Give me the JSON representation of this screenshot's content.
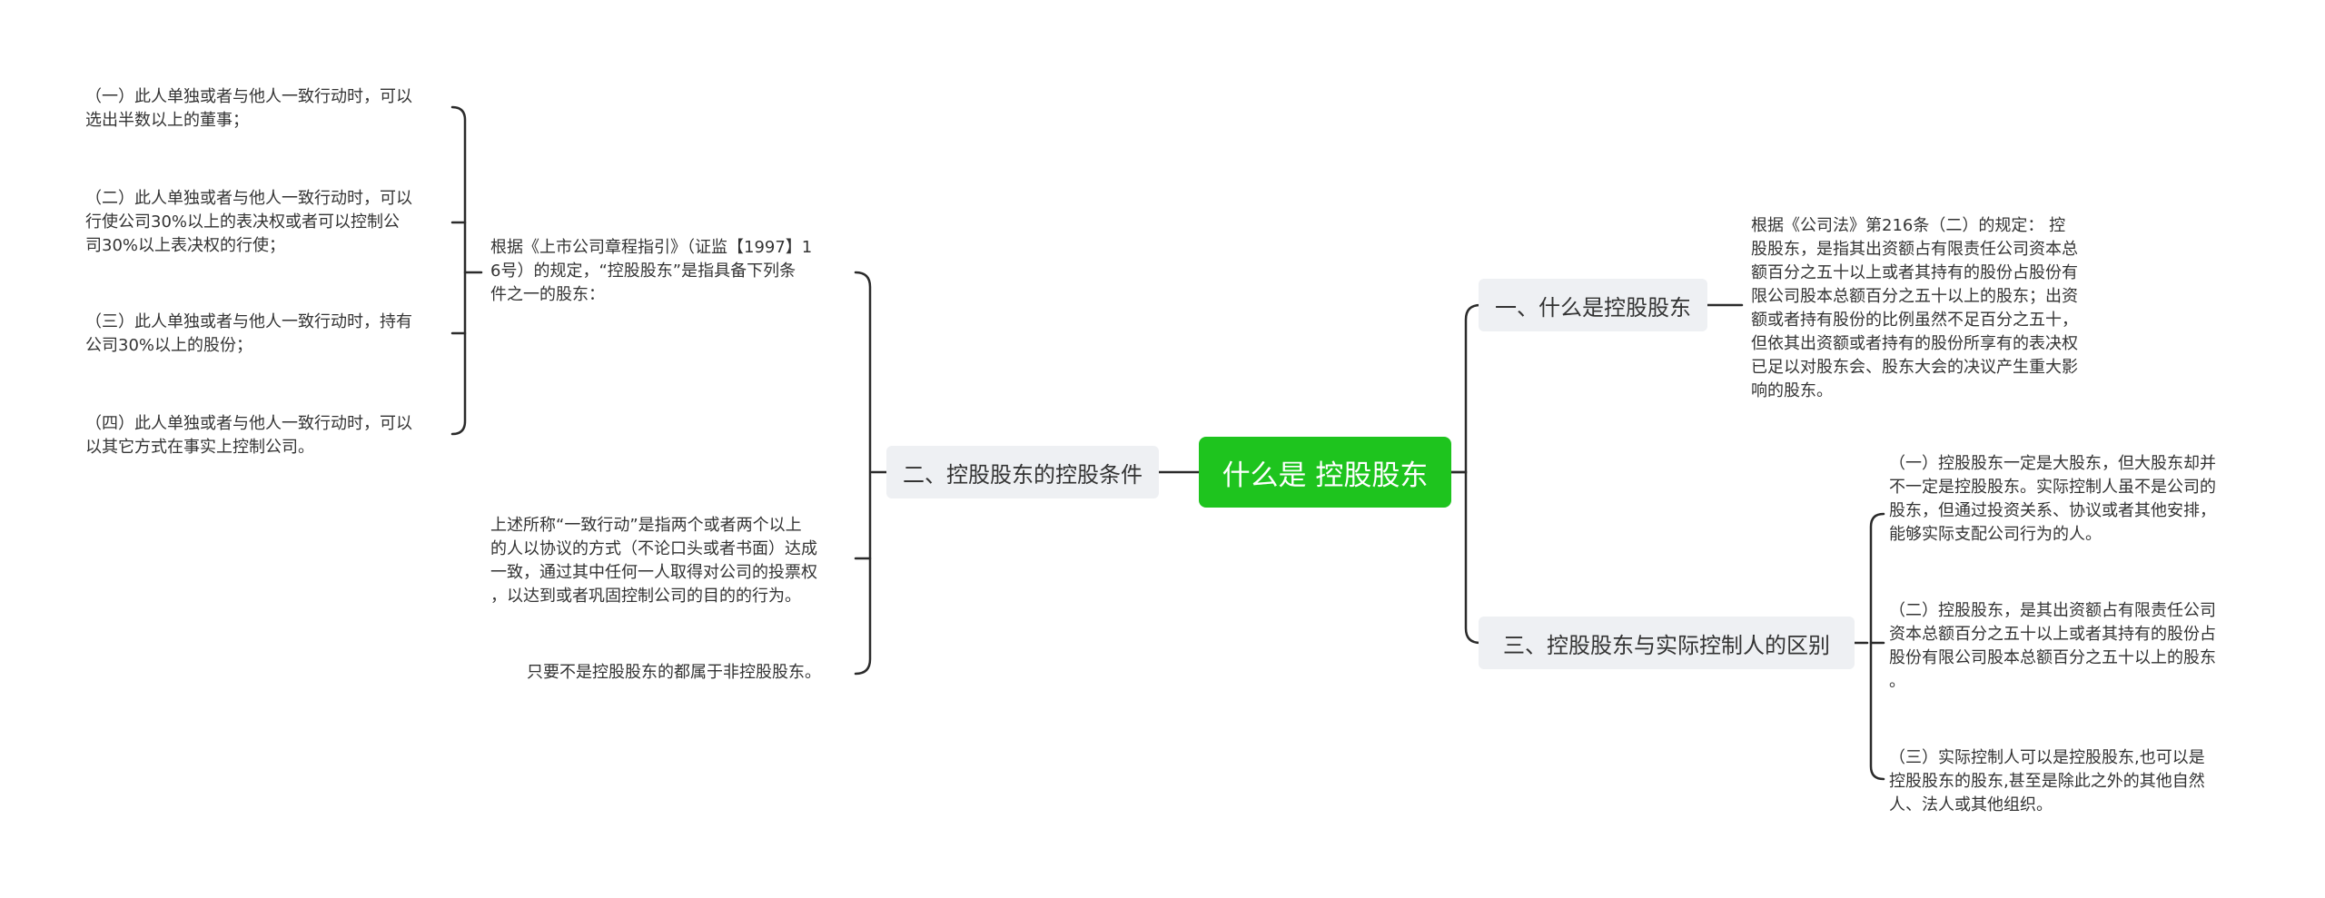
{
  "root": {
    "label": "什么是 控股股东"
  },
  "branches": {
    "b1": {
      "label": "一、什么是控股股东"
    },
    "b2": {
      "label": "二、控股股东的控股条件"
    },
    "b3": {
      "label": "三、控股股东与实际控制人的区别"
    }
  },
  "leaves": {
    "b1_text": "根据《公司法》第216条（二）的规定： 控\n股股东，是指其出资额占有限责任公司资本总\n额百分之五十以上或者其持有的股份占股份有\n限公司股本总额百分之五十以上的股东；出资\n额或者持有股份的比例虽然不足百分之五十，\n但依其出资额或者持有的股份所享有的表决权\n已足以对股东会、股东大会的决议产生重大影\n响的股东。",
    "b2_intro": "根据《上市公司章程指引》（证监【1997】1\n6号）的规定，“控股股东”是指具备下列条\n件之一的股东：",
    "b2_cond1": "（一）此人单独或者与他人一致行动时，可以\n选出半数以上的董事；",
    "b2_cond2": "（二）此人单独或者与他人一致行动时，可以\n行使公司30%以上的表决权或者可以控制公\n司30%以上表决权的行使；",
    "b2_cond3": "（三）此人单独或者与他人一致行动时，持有\n公司30%以上的股份；",
    "b2_cond4": "（四）此人单独或者与他人一致行动时，可以\n以其它方式在事实上控制公司。",
    "b2_action": "上述所称“一致行动”是指两个或者两个以上\n的人以协议的方式（不论口头或者书面）达成\n一致，通过其中任何一人取得对公司的投票权\n，以达到或者巩固控制公司的目的的行为。",
    "b2_other": "只要不是控股股东的都属于非控股股东。",
    "b3_diff1": "（一）控股股东一定是大股东，但大股东却并\n不一定是控股股东。实际控制人虽不是公司的\n股东，但通过投资关系、协议或者其他安排，\n能够实际支配公司行为的人。",
    "b3_diff2": "（二）控股股东，是其出资额占有限责任公司\n资本总额百分之五十以上或者其持有的股份占\n股份有限公司股本总额百分之五十以上的股东\n。",
    "b3_diff3": "（三）实际控制人可以是控股股东,也可以是\n控股股东的股东,甚至是除此之外的其他自然\n人、法人或其他组织。"
  },
  "colors": {
    "root_bg": "#1ec41e",
    "branch_bg": "#eef0f3",
    "line": "#2b2b2b"
  }
}
